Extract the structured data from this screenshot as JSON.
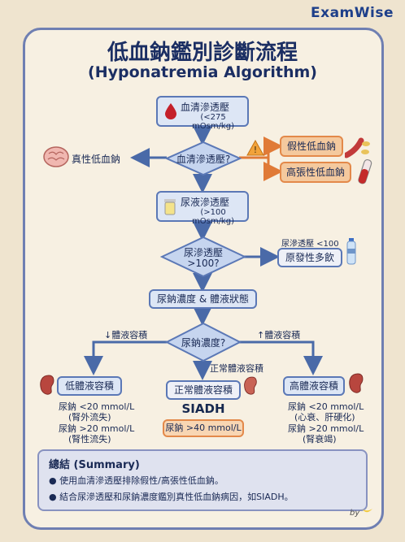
{
  "brand": "ExamWise",
  "title_zh": "低血鈉鑑別診斷流程",
  "title_en": "(Hyponatremia Algorithm)",
  "serum_osm": {
    "label": "血清滲透壓",
    "sub": "(<275 mOsm/kg)"
  },
  "q_serum_osm": "血清滲透壓?",
  "true_hypo": "真性低血鈉",
  "pseudo_hypo": "假性低血鈉",
  "hypertonic_hypo": "高張性低血鈉",
  "urine_osm": {
    "label": "尿液滲透壓",
    "sub": "(>100 mOsm/kg)"
  },
  "q_urine_osm": {
    "line1": "尿滲透壓",
    "line2": ">100?"
  },
  "primary_poly": {
    "note": "尿滲透壓 <100",
    "label": "原發性多飲"
  },
  "urine_na_volume": "尿鈉濃度 & 體液狀態",
  "q_urine_na": "尿鈉濃度?",
  "vol_down": "↓體液容積",
  "vol_up": "↑體液容積",
  "vol_normal": "正常體液容積",
  "low_vol": {
    "label": "低體液容積",
    "line1": "尿鈉 <20 mmol/L",
    "line2": "(腎外流失)",
    "line3": "尿鈉 >20 mmol/L",
    "line4": "(腎性流失)"
  },
  "normal_vol": {
    "label": "正常體液容積",
    "siadh": "SIADH",
    "na": "尿鈉 >40 mmol/L"
  },
  "high_vol": {
    "label": "高體液容積",
    "line1": "尿鈉 <20 mmol/L",
    "line2": "(心衰、肝硬化)",
    "line3": "尿鈉 >20 mmol/L",
    "line4": "(腎衰竭)"
  },
  "summary": {
    "title": "總結 (Summary)",
    "bullets": [
      "使用血清滲透壓排除假性/高張性低血鈉。",
      "結合尿滲透壓和尿鈉濃度鑑別真性低血鈉病因，如SIADH。"
    ]
  },
  "by": "by"
}
